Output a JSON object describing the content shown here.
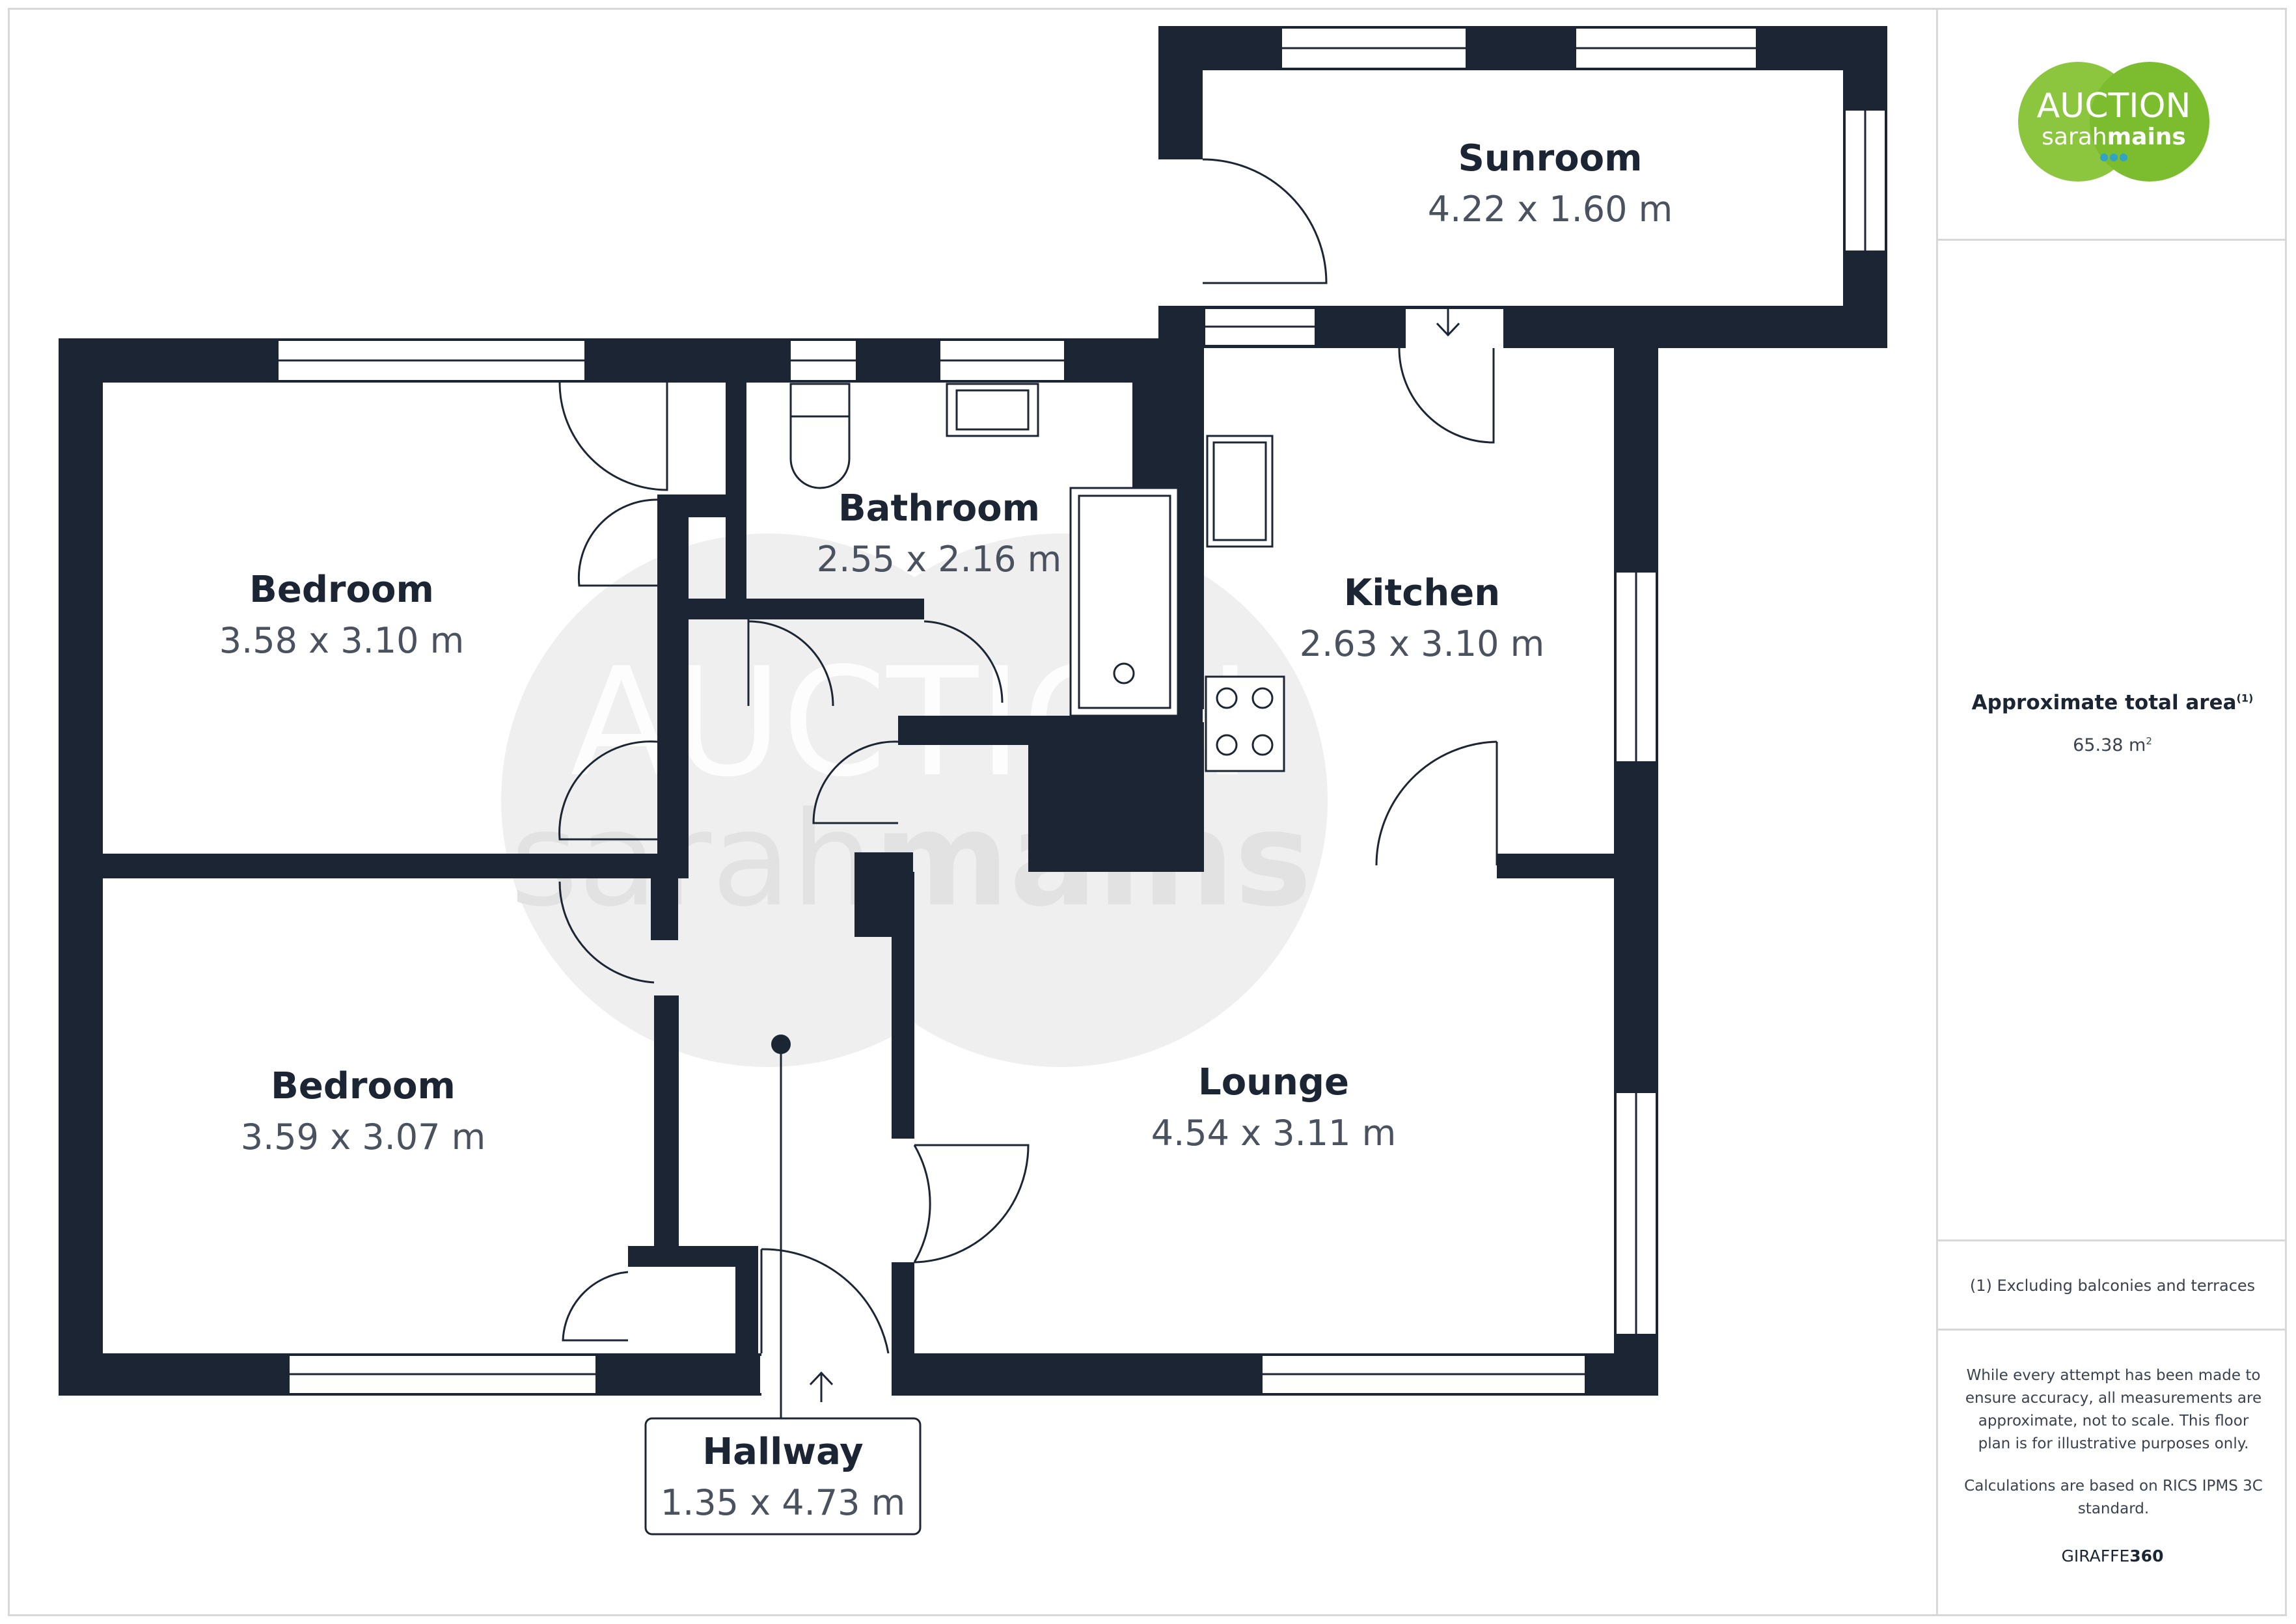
{
  "brand": {
    "logo_word_1": "AUCTION",
    "logo_word_2": "sarah",
    "logo_word_3": "mains",
    "logo_colors": {
      "green": "#8cc63f",
      "green_dark": "#6eb52e",
      "dots": "#2fa3c8"
    }
  },
  "rooms": [
    {
      "id": "sunroom",
      "name": "Sunroom",
      "dims": "4.22 x 1.60 m"
    },
    {
      "id": "bathroom",
      "name": "Bathroom",
      "dims": "2.55 x 2.16 m"
    },
    {
      "id": "kitchen",
      "name": "Kitchen",
      "dims": "2.63 x 3.10 m"
    },
    {
      "id": "bedroom-1",
      "name": "Bedroom",
      "dims": "3.58 x 3.10 m"
    },
    {
      "id": "bedroom-2",
      "name": "Bedroom",
      "dims": "3.59 x 3.07 m"
    },
    {
      "id": "lounge",
      "name": "Lounge",
      "dims": "4.54 x 3.11 m"
    },
    {
      "id": "hallway",
      "name": "Hallway",
      "dims": "1.35 x 4.73 m"
    }
  ],
  "panel": {
    "area_title": "Approximate total area",
    "area_note_marker": "(1)",
    "area_value": "65.38 m",
    "area_unit_sup": "2",
    "footnote": "(1) Excluding balconies and terraces",
    "disclaimer": "While every attempt has been made to ensure accuracy, all measurements are approximate, not to scale. This floor plan is for illustrative purposes only.",
    "calc_note": "Calculations are based on RICS IPMS 3C standard.",
    "brand_prefix": "GIRAFFE",
    "brand_suffix": "360"
  },
  "colors": {
    "wall": "#1c2533",
    "text": "#1c2533",
    "dims_text": "#4a5260",
    "watermark": "#ececec"
  }
}
